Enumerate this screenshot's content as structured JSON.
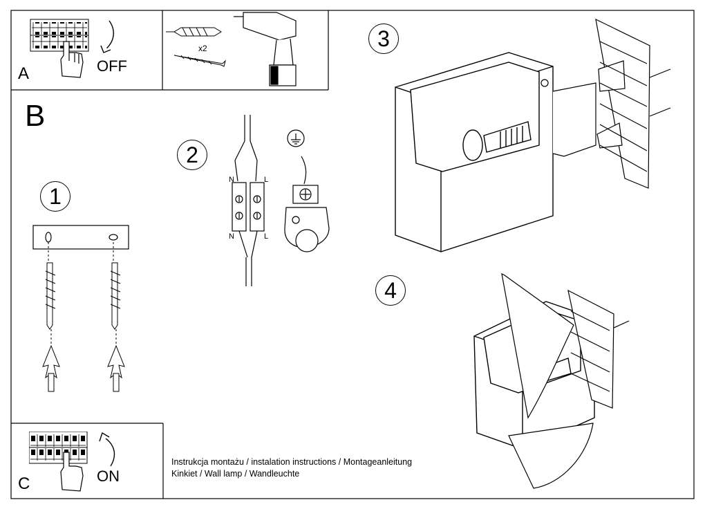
{
  "panels": {
    "A": {
      "letter": "A",
      "state": "OFF"
    },
    "B": {
      "letter": "B"
    },
    "C": {
      "letter": "C",
      "state": "ON"
    }
  },
  "steps": [
    "1",
    "2",
    "3",
    "4"
  ],
  "anchor_count": "x2",
  "wire_labels": {
    "n_top": "N",
    "l_top": "L",
    "n_bottom": "N",
    "l_bottom": "L"
  },
  "caption": {
    "line1": "Instrukcja montażu / instalation instructions / Montageanleitung",
    "line2": "Kinkiet / Wall lamp / Wandleuchte"
  }
}
